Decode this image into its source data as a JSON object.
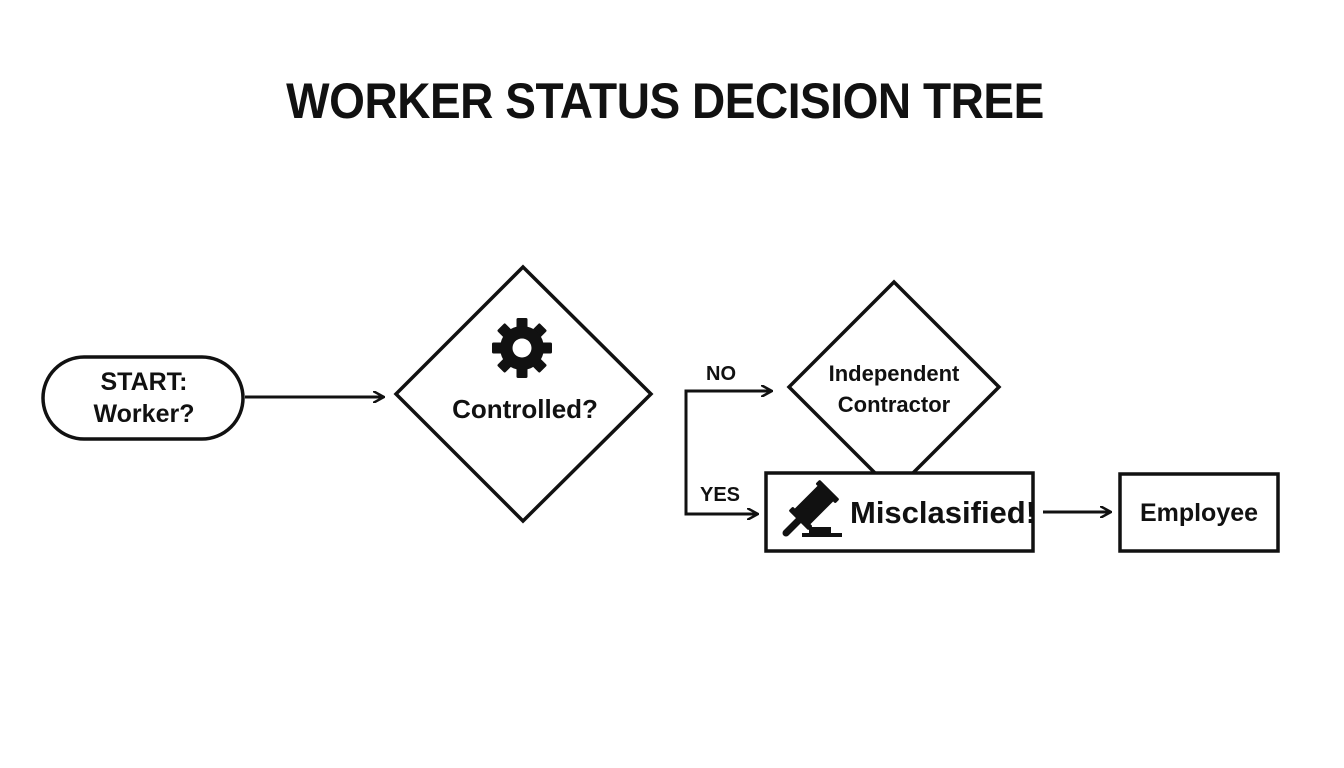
{
  "title": "WORKER STATUS DECISION TREE",
  "nodes": {
    "start": {
      "line1": "START:",
      "line2": "Worker?"
    },
    "controlled": {
      "label": "Controlled?",
      "icon": "gear-icon"
    },
    "independent_contractor": {
      "line1": "Independent",
      "line2": "Contractor"
    },
    "misclassified": {
      "label": "Misclasified!",
      "icon": "gavel-icon"
    },
    "employee": {
      "label": "Employee"
    }
  },
  "edges": {
    "no": "NO",
    "yes": "YES"
  },
  "colors": {
    "stroke": "#111111",
    "background": "#ffffff"
  }
}
